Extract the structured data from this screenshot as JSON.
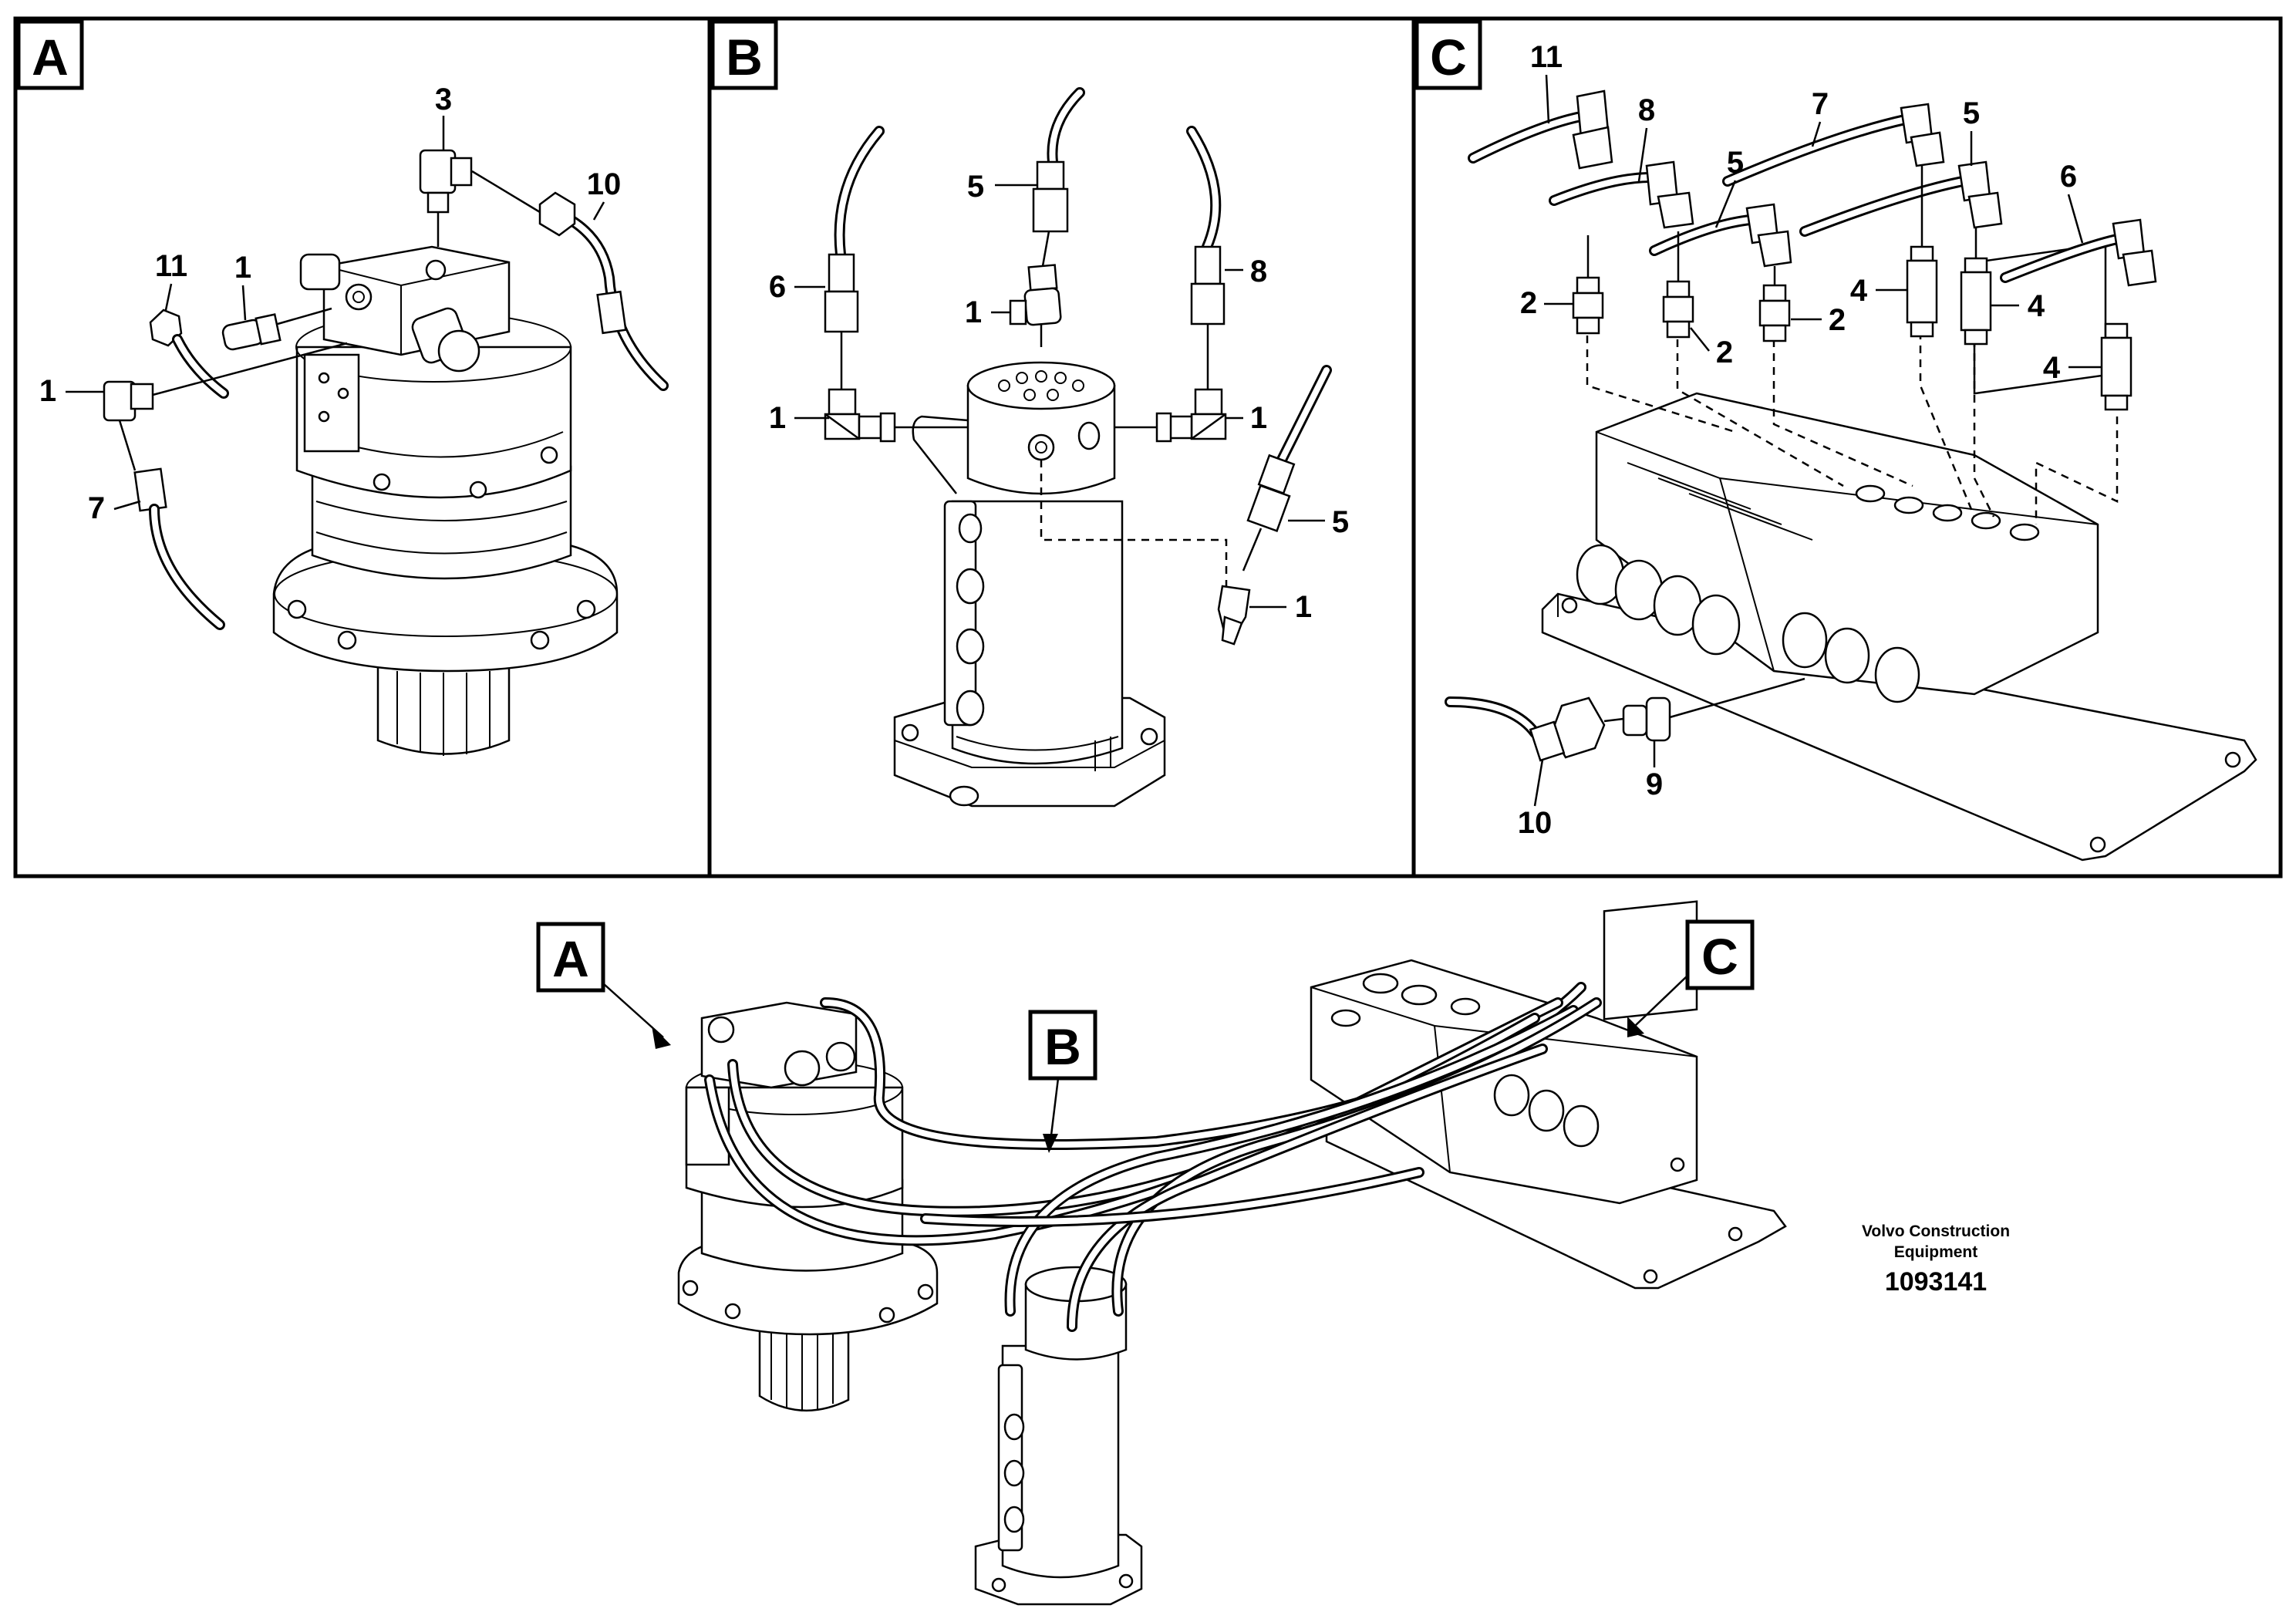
{
  "panels": [
    {
      "id": "A",
      "letter": "A",
      "callouts": [
        "3",
        "10",
        "11",
        "1",
        "1",
        "7"
      ]
    },
    {
      "id": "B",
      "letter": "B",
      "callouts": [
        "5",
        "6",
        "1",
        "8",
        "1",
        "1",
        "5",
        "1"
      ]
    },
    {
      "id": "C",
      "letter": "C",
      "callouts": [
        "11",
        "8",
        "7",
        "5",
        "5",
        "6",
        "2",
        "2",
        "2",
        "4",
        "4",
        "4",
        "9",
        "10"
      ]
    }
  ],
  "overview": {
    "tags": [
      "A",
      "B",
      "C"
    ]
  },
  "publisher": {
    "line1": "Volvo Construction",
    "line2": "Equipment",
    "doc_number": "1093141"
  }
}
